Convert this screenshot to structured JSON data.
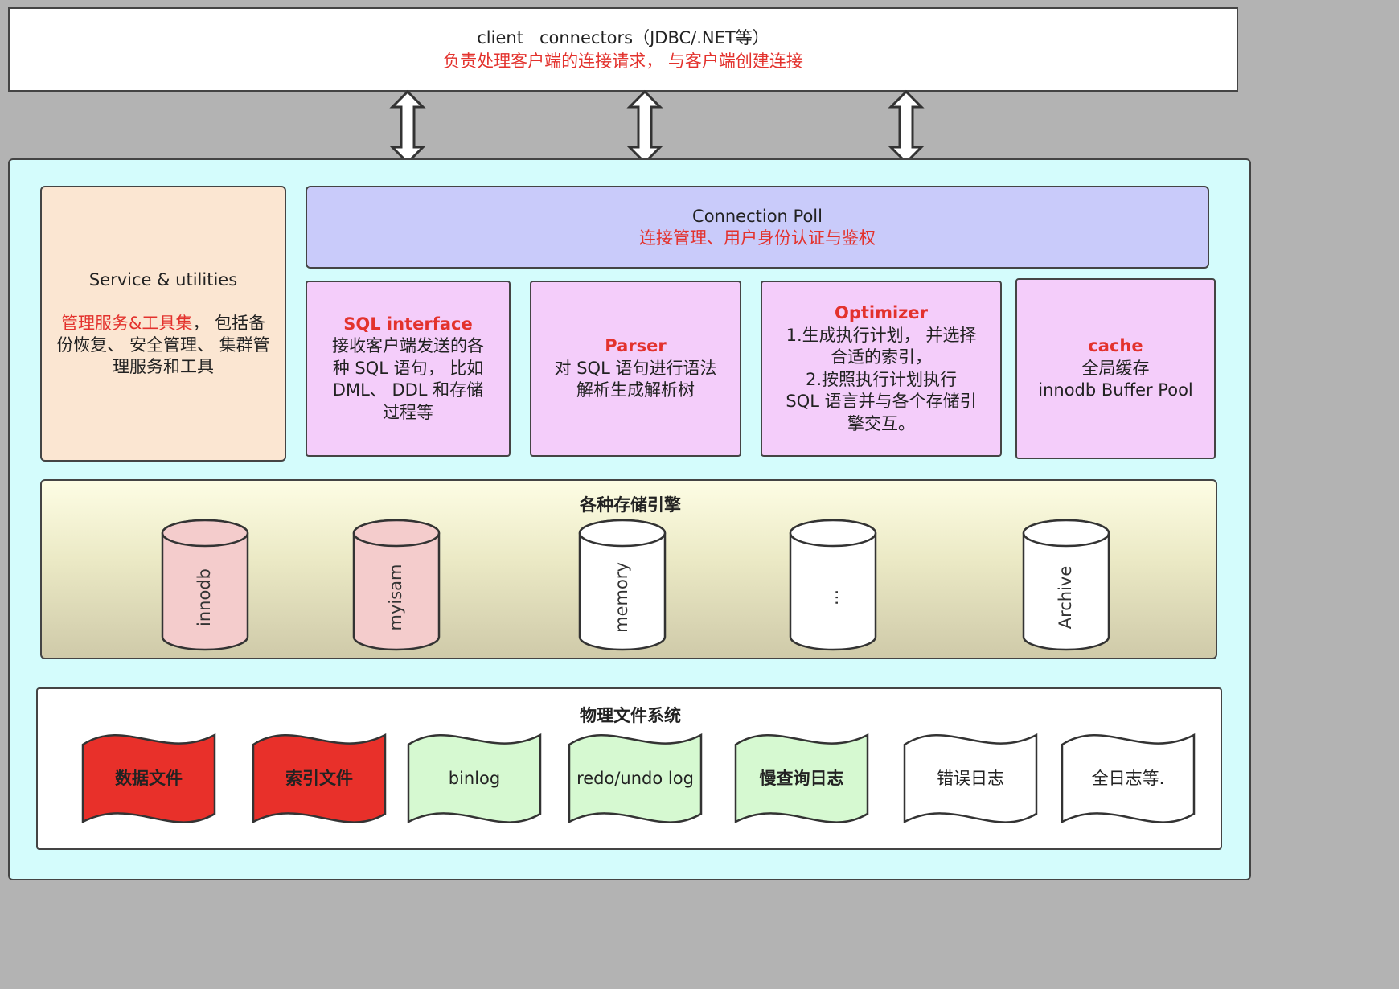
{
  "client": {
    "title": "client   connectors（JDBC/.NET等）",
    "desc": "负责处理客户端的连接请求， 与客户端创建连接"
  },
  "service": {
    "title": "Service & utilities",
    "desc_red": "管理服务&工具集",
    "desc_rest": "， 包括备份恢复、 安全管理、 集群管理服务和工具"
  },
  "pool": {
    "title": "Connection Poll",
    "desc": "连接管理、用户身份认证与鉴权"
  },
  "modules": [
    {
      "title": "SQL interface",
      "lines": [
        "接收客户端发送的各",
        "种 SQL 语句， 比如",
        "DML、 DDL 和存储",
        "过程等"
      ]
    },
    {
      "title": "Parser",
      "lines": [
        "对 SQL 语句进行语法",
        "解析生成解析树"
      ]
    },
    {
      "title": "Optimizer",
      "lines": [
        "1.生成执行计划， 并选择",
        "合适的索引，",
        "2.按照执行计划执行",
        "SQL 语言并与各个存储引",
        "擎交互。"
      ]
    },
    {
      "title": "cache",
      "lines": [
        "全局缓存",
        "innodb Buffer Pool"
      ]
    }
  ],
  "engines": {
    "title": "各种存储引擎",
    "items": [
      {
        "label": "innodb",
        "color": "#f4cccc"
      },
      {
        "label": "myisam",
        "color": "#f4cccc"
      },
      {
        "label": "memory",
        "color": "#ffffff"
      },
      {
        "label": "...",
        "color": "#ffffff"
      },
      {
        "label": "Archive",
        "color": "#ffffff"
      }
    ]
  },
  "files": {
    "title": "物理文件系统",
    "items": [
      {
        "label": "数据文件",
        "fill": "#e8302a",
        "bold": true
      },
      {
        "label": "索引文件",
        "fill": "#e8302a",
        "bold": true
      },
      {
        "label": "binlog",
        "fill": "#d6f9d1",
        "bold": false
      },
      {
        "label": "redo/undo log",
        "fill": "#d6f9d1",
        "bold": false
      },
      {
        "label": "慢查询日志",
        "fill": "#d6f9d1",
        "bold": true
      },
      {
        "label": "错误日志",
        "fill": "#ffffff",
        "bold": false
      },
      {
        "label": "全日志等.",
        "fill": "#ffffff",
        "bold": false
      }
    ]
  }
}
